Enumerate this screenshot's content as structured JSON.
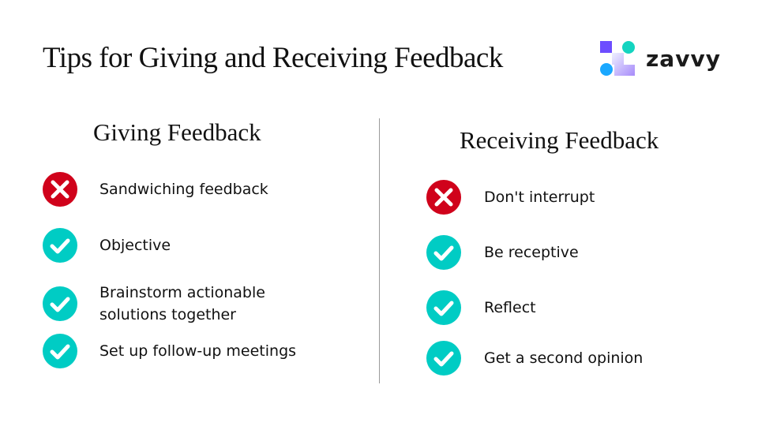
{
  "header": {
    "title": "Tips for Giving and Receiving Feedback",
    "logo_text": "zavvy"
  },
  "colors": {
    "no": "#d0021b",
    "yes": "#00ccc4"
  },
  "giving": {
    "title": "Giving Feedback",
    "items": [
      {
        "label": "Sandwiching feedback",
        "icon": "x-circle-icon"
      },
      {
        "label": "Objective",
        "icon": "check-circle-icon"
      },
      {
        "label": "Brainstorm actionable",
        "label2": "solutions together",
        "icon": "check-circle-icon"
      },
      {
        "label": "Set up follow-up meetings",
        "icon": "check-circle-icon"
      }
    ]
  },
  "receiving": {
    "title": "Receiving Feedback",
    "items": [
      {
        "label": "Don't interrupt",
        "icon": "x-circle-icon"
      },
      {
        "label": "Be receptive",
        "icon": "check-circle-icon"
      },
      {
        "label": "Reflect",
        "icon": "check-circle-icon"
      },
      {
        "label": "Get a second opinion",
        "icon": "check-circle-icon"
      }
    ]
  }
}
